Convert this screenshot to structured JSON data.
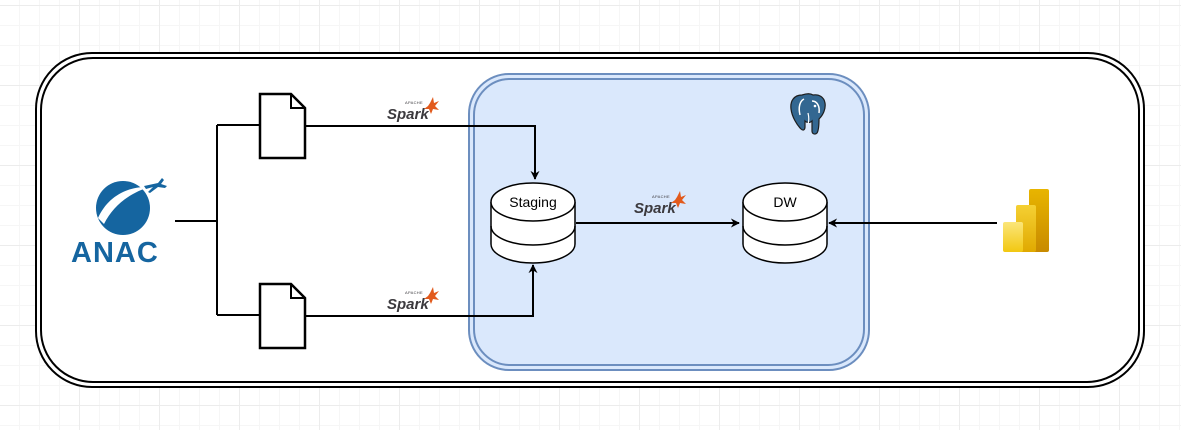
{
  "diagram": {
    "source": {
      "logo_text": "ANAC",
      "icon": "anac-logo-icon"
    },
    "files": [
      {
        "icon": "file-icon"
      },
      {
        "icon": "file-icon"
      }
    ],
    "processing_engine": {
      "name": "Spark",
      "prefix": "APACHE",
      "icon": "spark-logo-icon"
    },
    "database": {
      "icon": "postgresql-elephant-icon",
      "nodes": [
        {
          "label": "Staging"
        },
        {
          "label": "DW"
        }
      ]
    },
    "consumer": {
      "icon": "power-bi-icon"
    },
    "colors": {
      "db_container_fill": "#dae8fc",
      "db_container_stroke": "#6c8ebf",
      "anac_blue": "#1565a0",
      "spark_orange": "#e25a1c",
      "powerbi_yellow": "#f2c811"
    }
  }
}
